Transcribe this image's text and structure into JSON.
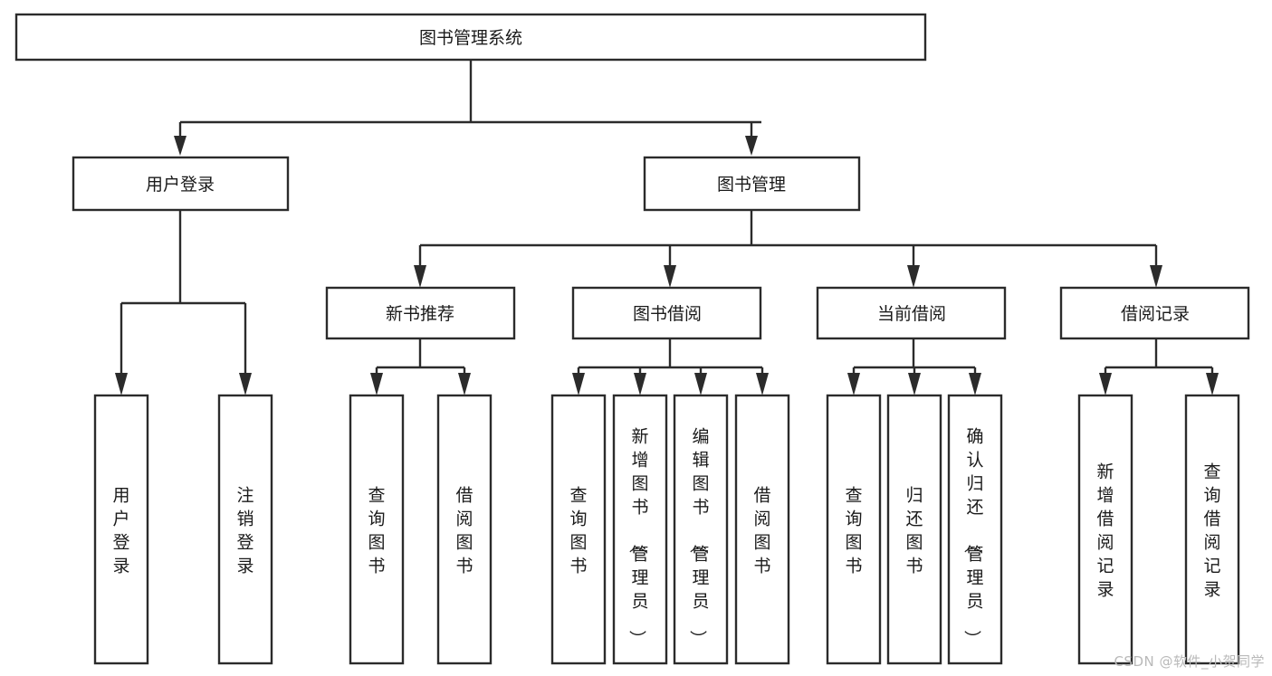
{
  "diagram": {
    "title": "图书管理系统",
    "type": "tree",
    "watermark": "CSDN @软件_小贺同学",
    "colors": {
      "stroke": "#2b2b2b",
      "fill": "#ffffff",
      "text": "#1a1a1a",
      "watermark": "#b9b9b9"
    },
    "root": {
      "label": "图书管理系统"
    },
    "level2": [
      {
        "label": "用户登录"
      },
      {
        "label": "图书管理"
      }
    ],
    "level3": [
      {
        "label": "新书推荐"
      },
      {
        "label": "图书借阅"
      },
      {
        "label": "当前借阅"
      },
      {
        "label": "借阅记录"
      }
    ],
    "leaves": {
      "user_login": [
        {
          "label": "用户登录"
        },
        {
          "label": "注销登录"
        }
      ],
      "new_book_recommend": [
        {
          "label": "查询图书"
        },
        {
          "label": "借阅图书"
        }
      ],
      "book_borrow": [
        {
          "label": "查询图书"
        },
        {
          "label": "新增图书（管理员）"
        },
        {
          "label": "编辑图书（管理员）"
        },
        {
          "label": "借阅图书"
        }
      ],
      "current_borrow": [
        {
          "label": "查询图书"
        },
        {
          "label": "归还图书"
        },
        {
          "label": "确认归还（管理员）"
        }
      ],
      "borrow_record": [
        {
          "label": "新增借阅记录"
        },
        {
          "label": "查询借阅记录"
        }
      ]
    }
  }
}
